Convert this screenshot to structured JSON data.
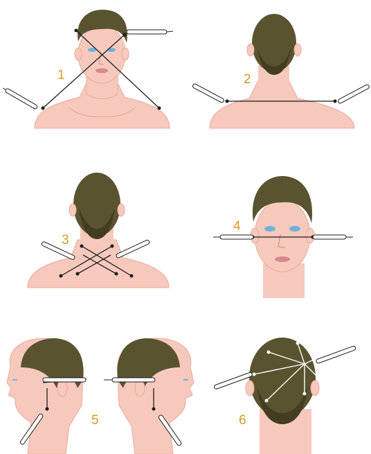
{
  "colors": {
    "skin": "#f7c9bd",
    "skin_shadow": "#e8aa9b",
    "hair": "#5a5330",
    "hair_dark": "#433d22",
    "line": "#1b1b1b",
    "label": "#d79a2a",
    "eye": "#6fb3d8",
    "lip": "#d88a8a"
  },
  "figures": [
    {
      "label": "1"
    },
    {
      "label": "2"
    },
    {
      "label": "3"
    },
    {
      "label": "4"
    },
    {
      "label": "5"
    },
    {
      "label": "6"
    }
  ]
}
